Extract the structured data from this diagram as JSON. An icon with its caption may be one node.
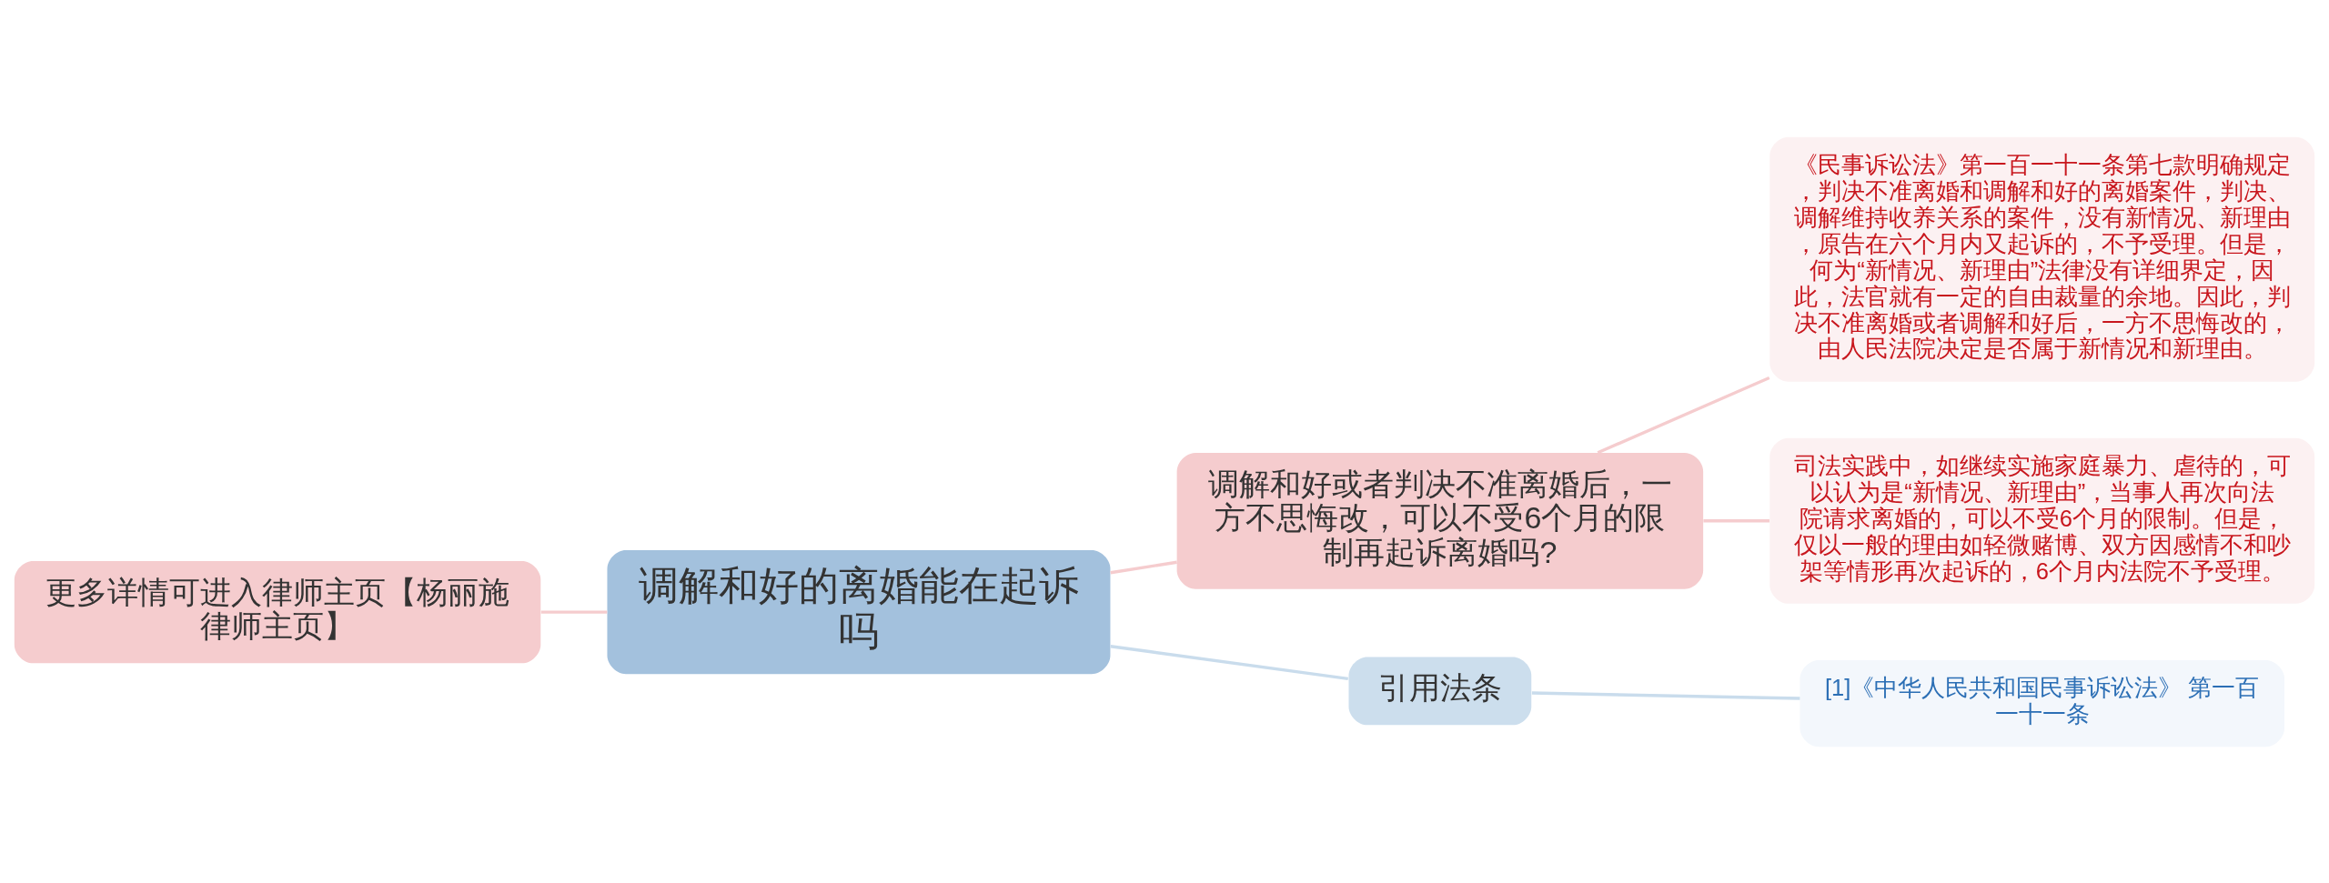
{
  "diagram": {
    "nodes": [
      {
        "text": [
          "调解和好的离婚能在起诉吗"
        ]
      },
      {
        "text": [
          "更多详情可进入律师主页【杨丽施律师主页】"
        ]
      },
      {
        "text": [
          "调解和好或者判决不准离婚后，一方不思悔改，可以不受6个月的限制再起诉离婚吗?"
        ]
      },
      {
        "text": [
          "《民事诉讼法》第一百一十一条第七款明确规定，判决不准离婚和调解和好的离婚案件，判决、调解维持收养关系的案件，没有新情况、新理由，原告在六个月内又起诉的，不予受理。但是，何为“新情况、新理由”法律没有详细界定，因此，法官就有一定的自由裁量的余地。因此，判决不准离婚或者调解和好后，一方不思悔改的，由人民法院决定是否属于新情况和新理由。"
        ]
      },
      {
        "text": [
          "司法实践中，如继续实施家庭暴力、虐待的，可以认为是“新情况、新理由”，当事人再次向法院请求离婚的，可以不受6个月的限制。但是，仅以一般的理由如轻微赌博、双方因感情不和吵架等情形再次起诉的，6个月内法院不予受理。"
        ]
      },
      {
        "text": [
          "引用法条"
        ]
      },
      {
        "text": [
          "[1]《中华人民共和国民事诉讼法》 第一百一十一条"
        ]
      }
    ],
    "edges": [
      {
        "from": 1,
        "to": 0,
        "arrow": "none"
      },
      {
        "from": 0,
        "to": 2,
        "arrow": "none"
      },
      {
        "from": 2,
        "to": 3,
        "arrow": "none"
      },
      {
        "from": 2,
        "to": 4,
        "arrow": "none"
      },
      {
        "from": 0,
        "to": 5,
        "arrow": "none",
        "color": "#c9dcec"
      },
      {
        "from": 5,
        "to": 6,
        "arrow": "none",
        "color": "#c9dcec"
      }
    ]
  }
}
